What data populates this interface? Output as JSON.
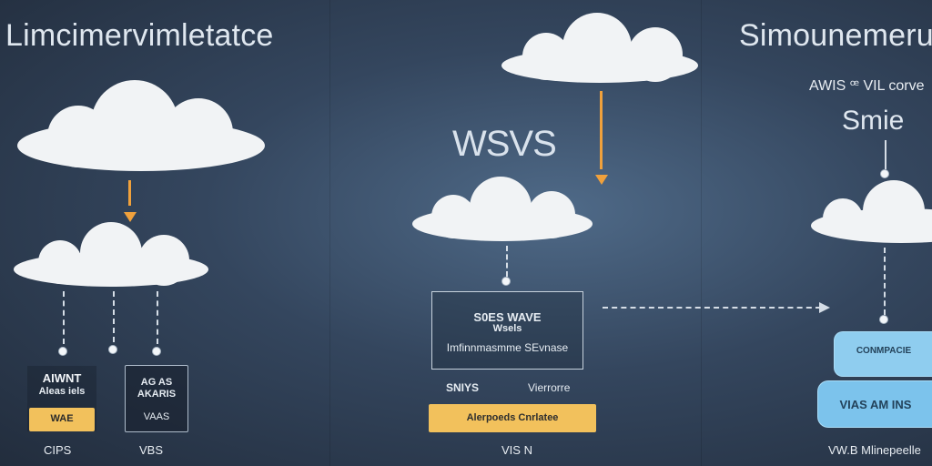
{
  "colors": {
    "background": "#34465e",
    "cloud": "#f1f3f5",
    "accent_orange": "#f0a13c",
    "accent_yellow": "#f2c15c",
    "light_blue": "#7cc3ec",
    "light_blue_border": "#a9dcf7"
  },
  "icons": [
    "cloud-icon",
    "arrow-down-icon",
    "arrow-right-icon",
    "node-dot-icon"
  ],
  "left": {
    "title": "Limcimervimletatce",
    "card1": {
      "line1": "AIWNT",
      "line2": "Aleas iels",
      "badge": "WAE",
      "caption": "CIPS"
    },
    "card2": {
      "line1": "AG AS",
      "line2": "AKARIS",
      "line3": "VAAS",
      "caption": "VBS"
    }
  },
  "middle": {
    "heading": "WSVS",
    "box": {
      "line1": "S0ES WAVE",
      "line2": "Wsels",
      "line3": "Imfinnmasmme SEvnase"
    },
    "label_left": "SNIYS",
    "label_right": "Vierrorre",
    "button": "Alerpoeds Cnrlatee",
    "caption": "VIS N"
  },
  "right": {
    "title": "Simounemeru",
    "subtitle": "AWIS ꟹ VIL corve",
    "heading": "Smie",
    "card_top": "CONMPACIE",
    "card_bottom": "VIAS AM INS",
    "caption": "VW.B Mlinepeelle"
  }
}
